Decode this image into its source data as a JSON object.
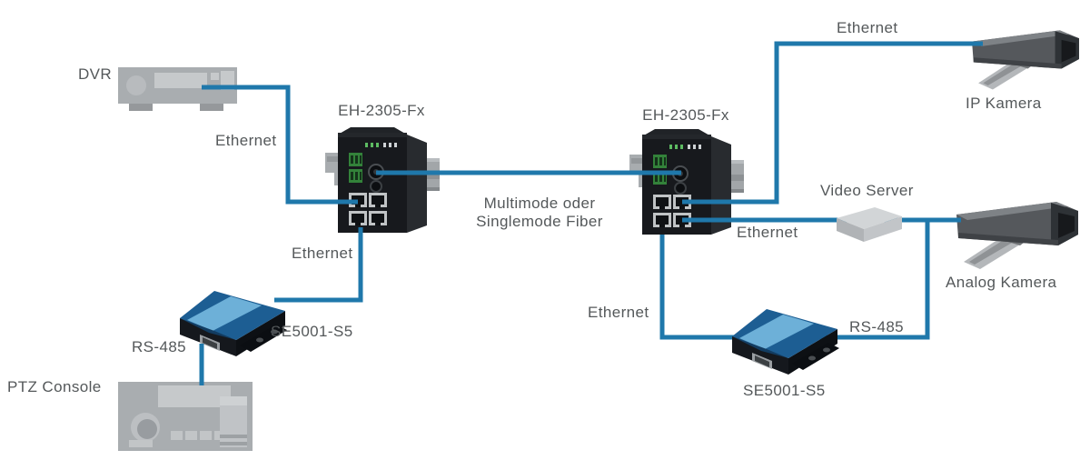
{
  "diagram": {
    "devices": {
      "dvr": {
        "label": "DVR"
      },
      "switch_left": {
        "model": "EH-2305-Fx"
      },
      "switch_right": {
        "model": "EH-2305-Fx"
      },
      "ip_camera": {
        "label": "IP Kamera"
      },
      "analog_camera": {
        "label": "Analog Kamera"
      },
      "video_server": {
        "label": "Video Server"
      },
      "serial_server_left": {
        "model": "SE5001-S5"
      },
      "serial_server_right": {
        "model": "SE5001-S5"
      },
      "ptz_console": {
        "label": "PTZ Console"
      }
    },
    "connections": {
      "dvr_to_switch_left": {
        "label": "Ethernet"
      },
      "switch_left_to_serial_left": {
        "label": "Ethernet"
      },
      "fiber_link": {
        "label_line1": "Multimode oder",
        "label_line2": "Singlemode Fiber"
      },
      "switch_right_to_ip_camera": {
        "label": "Ethernet"
      },
      "switch_right_to_video_server": {
        "label": "Ethernet"
      },
      "switch_right_to_serial_right": {
        "label": "Ethernet"
      },
      "serial_left_to_ptz": {
        "label": "RS-485"
      },
      "serial_right_to_analog_camera": {
        "label": "RS-485"
      }
    },
    "colors": {
      "connection_line": "#1f78ab",
      "label_text": "#54585a",
      "serial_server_top": "#1d5e93",
      "serial_server_swoosh": "#6db0d8",
      "device_gray": "#a9adb0"
    }
  }
}
